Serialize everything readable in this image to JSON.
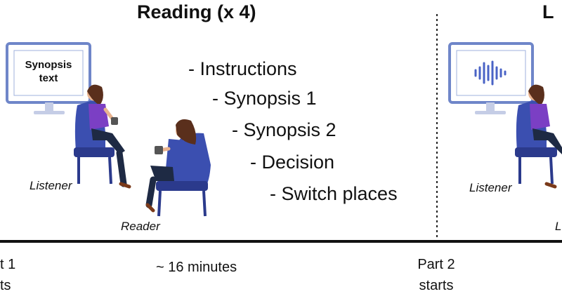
{
  "heading": {
    "title": "Reading (x 4)",
    "next_title_clipped": "L"
  },
  "steps": [
    "- Instructions",
    "- Synopsis 1",
    "- Synopsis 2",
    "- Decision",
    "- Switch places"
  ],
  "monitor": {
    "line1": "Synopsis",
    "line2": "text"
  },
  "roles": {
    "listener": "Listener",
    "reader": "Reader",
    "listener_right": "Listener",
    "right_clipped": "L"
  },
  "timeline": {
    "left_line1": "t 1",
    "left_line2": "ts",
    "duration": "~ 16 minutes",
    "part2_line1": "Part 2",
    "part2_line2": "starts"
  },
  "colors": {
    "monitor_border": "#6f86c9",
    "chair": "#3b4fb0",
    "chair_dark": "#2b3a8c",
    "shirt": "#7b3fc4",
    "hair": "#5a2f1c",
    "pants": "#1e2a44",
    "skin": "#e9b38f",
    "wave": "#4a63c6"
  }
}
